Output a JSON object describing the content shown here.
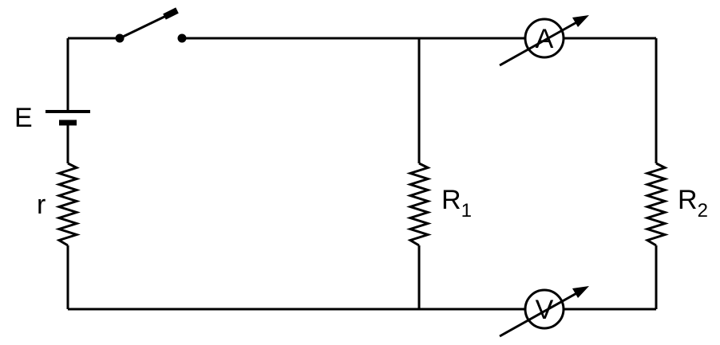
{
  "labels": {
    "emf": "E",
    "internal_resistance": "r",
    "r1_main": "R",
    "r1_sub": "1",
    "r2_main": "R",
    "r2_sub": "2",
    "ammeter": "A",
    "voltmeter": "V"
  },
  "colors": {
    "line": "#000000",
    "background": "#ffffff"
  }
}
